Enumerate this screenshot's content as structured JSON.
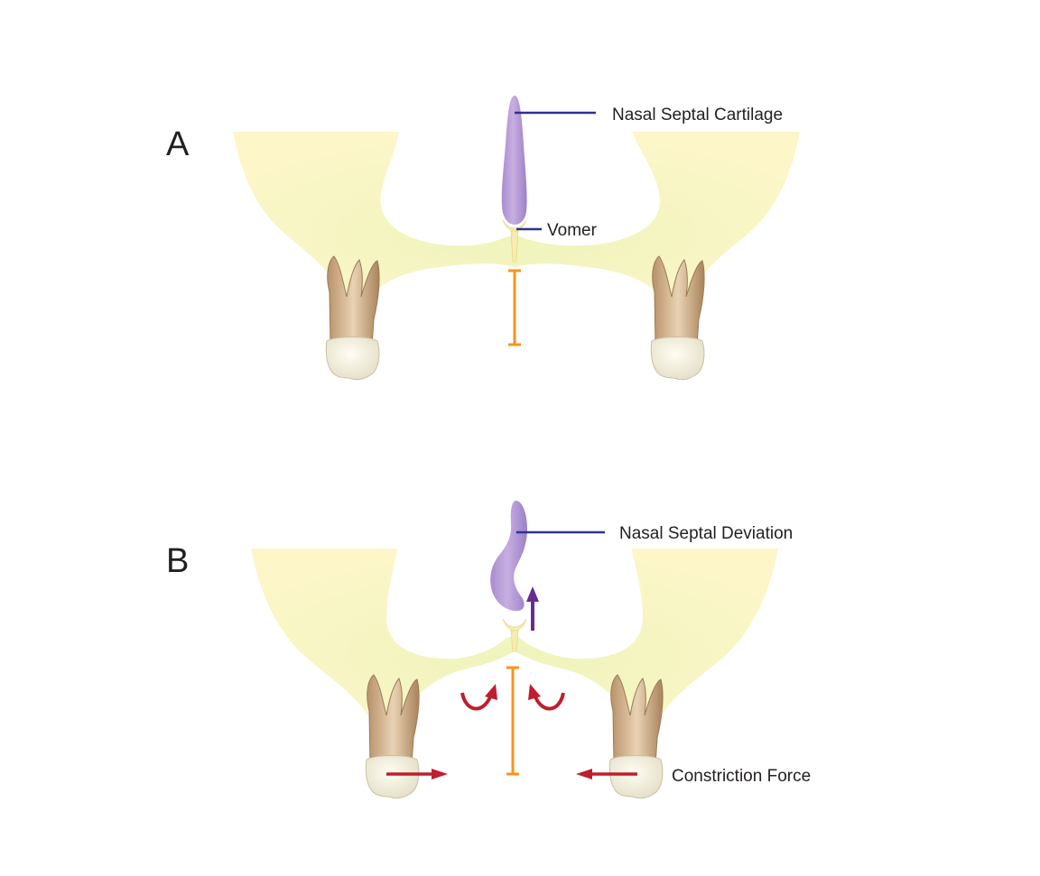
{
  "panels": [
    {
      "letter": "A",
      "labels": {
        "septum": "Nasal Septal Cartilage",
        "vomer": "Vomer"
      }
    },
    {
      "letter": "B",
      "labels": {
        "septum": "Nasal Septal Deviation",
        "force": "Constriction Force"
      }
    }
  ],
  "colors": {
    "bone": "#fbf5c4",
    "bone_shadow": "#eef1b8",
    "cartilage": "#b898d4",
    "leader_line": "#2e3192",
    "width_marker": "#f7941d",
    "force_arrow": "#be1e2d",
    "growth_arrow": "#662d91",
    "text": "#231f20"
  },
  "icons": [
    "molar-tooth-icon",
    "force-arrow-icon",
    "rotation-arrow-icon",
    "growth-arrow-icon"
  ]
}
